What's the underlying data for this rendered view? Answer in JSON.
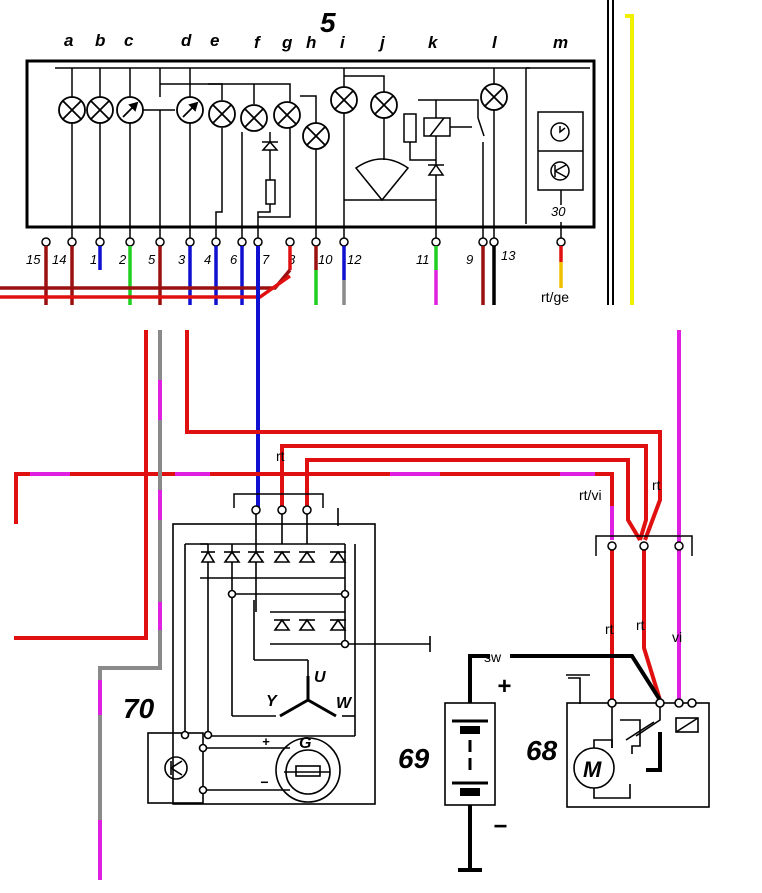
{
  "diagram": {
    "block_5_label": "5",
    "component_letters": [
      "a",
      "b",
      "c",
      "d",
      "e",
      "f",
      "g",
      "h",
      "i",
      "j",
      "k",
      "l",
      "m"
    ],
    "pins": {
      "p15": "15",
      "p14": "14",
      "p1": "1",
      "p2": "2",
      "p5": "5",
      "p3": "3",
      "p4": "4",
      "p6": "6",
      "p7": "7",
      "p8": "8",
      "p10": "10",
      "p12": "12",
      "p11": "11",
      "p9": "9",
      "p13": "13",
      "p30": "30"
    },
    "wire_labels": {
      "rtge": "rt/ge",
      "rt_top": "rt",
      "rtvi": "rt/vi",
      "rt_right": "rt",
      "rt_down1": "rt",
      "rt_down2": "rt",
      "vi": "vi",
      "sw": "sw"
    },
    "components": {
      "c70": "70",
      "c69": "69",
      "c68": "68",
      "U": "U",
      "Y": "Y",
      "W": "W",
      "G": "G",
      "M": "M",
      "plus_small": "+",
      "minus_small": "−",
      "bat_plus": "+",
      "bat_minus": "−"
    },
    "wire_colors": {
      "red": "#e01010",
      "darkred": "#9a1010",
      "blue": "#1010d0",
      "green": "#20d020",
      "magenta": "#e020e0",
      "grey": "#8a8a8a",
      "yellow": "#f0f000",
      "black": "#000000",
      "white": "#ffffff"
    }
  }
}
